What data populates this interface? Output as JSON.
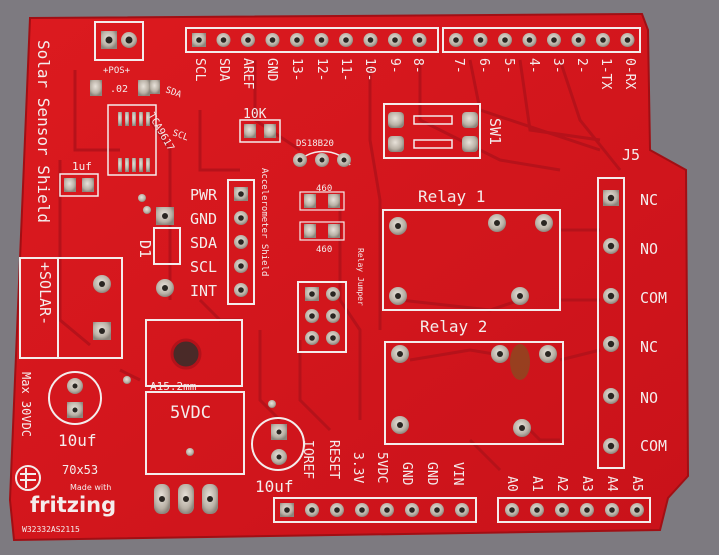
{
  "board": {
    "colors": {
      "pcb": "#d8161c",
      "silkscreen": "#f4ecec",
      "pad": "#c9c2b8",
      "background": "#7d7a80"
    },
    "digital_header_labels": [
      "SCL",
      "SDA",
      "AREF",
      "GND",
      "13-",
      "12-",
      "11-",
      "10-",
      "9-",
      "8-",
      "7-",
      "6-",
      "5-",
      "4-",
      "3-",
      "2-",
      "1-TX",
      "0-RX"
    ],
    "power_header_labels": [
      "IOREF",
      "RESET",
      "3.3V",
      "5VDC",
      "GND",
      "GND",
      "VIN"
    ],
    "analog_header_labels": [
      "A0",
      "A1",
      "A2",
      "A3",
      "A4",
      "A5"
    ],
    "accel_pin_labels": [
      "PWR",
      "GND",
      "SDA",
      "SCL",
      "INT"
    ],
    "relay_terminal_labels": [
      "NC",
      "NO",
      "COM",
      "NC",
      "NO",
      "COM"
    ],
    "board_title": "Solar Sensor Shield",
    "pos_label": "+POS+",
    "pos_value": ".02",
    "chip_sda": "SDA",
    "chip_scl": "SCL",
    "chip_name": "TCA9617",
    "cap_1uf": "1uf",
    "resistor_10k": "10K",
    "ds18b20": "DS18B20",
    "res_460_a": "460",
    "res_460_b": "460",
    "accel_title": "Accelerometer Shield",
    "relay_jumper": "Relay Jumper",
    "sw1": "SW1",
    "j5": "J5",
    "relay1": "Relay 1",
    "relay2": "Relay 2",
    "d1": "D1",
    "solar": "+SOLAR-",
    "max_label": "Max 30VDC",
    "a15": "A15.2mm",
    "v5dc": "5VDC",
    "cap_10uf_left": "10uf",
    "cap_10uf_bottom": "10uf",
    "dims": "70x53",
    "made_with": "Made with",
    "fritzing": "fritzing",
    "serial": "W32332AS2115"
  }
}
